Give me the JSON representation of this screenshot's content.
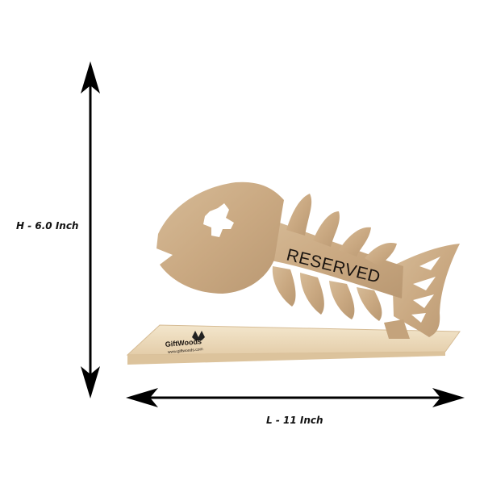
{
  "dimensions": {
    "height_label": "H - 6.0 Inch",
    "length_label": "L - 11 Inch"
  },
  "product": {
    "engraved_text": "RESERVED",
    "brand_name": "GiftWoods",
    "brand_url": "www.giftwoods.com"
  },
  "colors": {
    "wood_light": "#d9bf9c",
    "wood_mid": "#c9a983",
    "wood_dark": "#a88a66",
    "base_top": "#efdfc2",
    "base_front": "#e2cba6",
    "arrow": "#000000",
    "background": "#ffffff"
  }
}
